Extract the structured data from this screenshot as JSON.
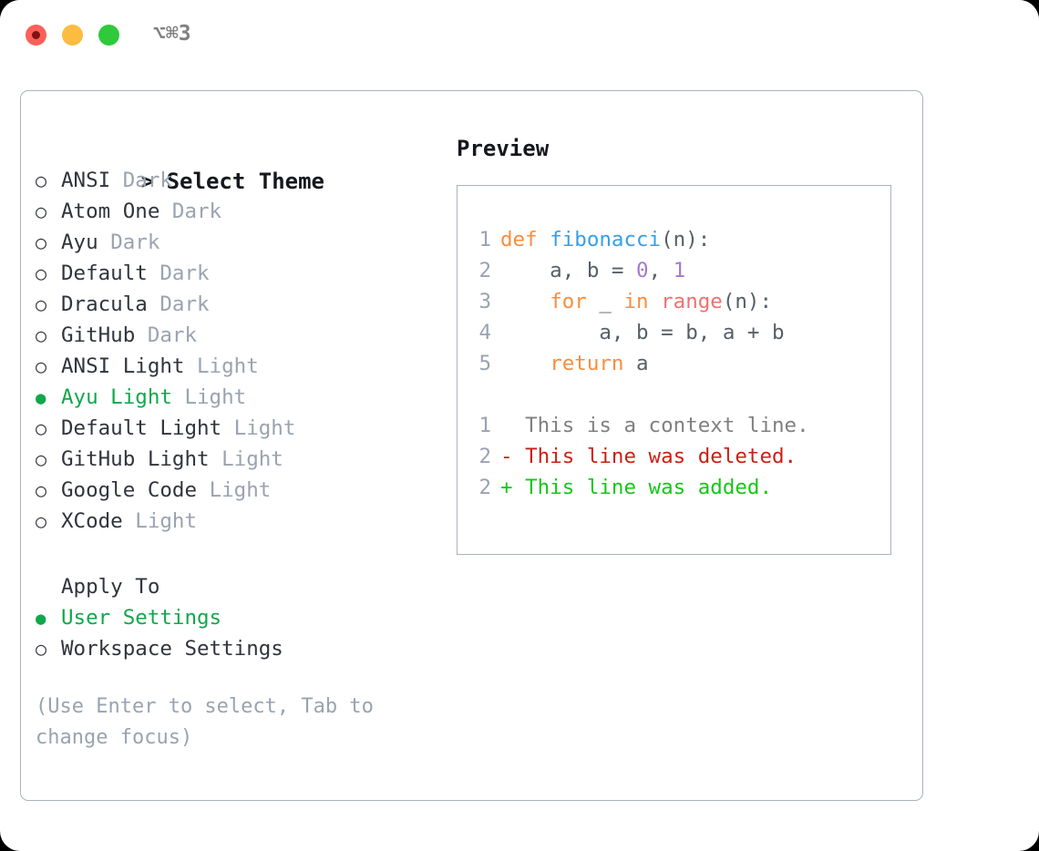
{
  "titlebar": {
    "shortcut": "⌥⌘3",
    "dots": [
      "close-red",
      "minimize-yellow",
      "zoom-green"
    ]
  },
  "theme_list": {
    "header": "Select Theme",
    "header_caret": ">",
    "marker_unselected": "○",
    "marker_selected": "●",
    "items": [
      {
        "label": "ANSI",
        "variant": "Dark",
        "selected": false
      },
      {
        "label": "Atom One",
        "variant": "Dark",
        "selected": false
      },
      {
        "label": "Ayu",
        "variant": "Dark",
        "selected": false
      },
      {
        "label": "Default",
        "variant": "Dark",
        "selected": false
      },
      {
        "label": "Dracula",
        "variant": "Dark",
        "selected": false
      },
      {
        "label": "GitHub",
        "variant": "Dark",
        "selected": false
      },
      {
        "label": "ANSI Light",
        "variant": "Light",
        "selected": false
      },
      {
        "label": "Ayu Light",
        "variant": "Light",
        "selected": true
      },
      {
        "label": "Default Light",
        "variant": "Light",
        "selected": false
      },
      {
        "label": "GitHub Light",
        "variant": "Light",
        "selected": false
      },
      {
        "label": "Google Code",
        "variant": "Light",
        "selected": false
      },
      {
        "label": "XCode",
        "variant": "Light",
        "selected": false
      }
    ]
  },
  "apply_to": {
    "header": "Apply To",
    "items": [
      {
        "label": "User Settings",
        "selected": true
      },
      {
        "label": "Workspace Settings",
        "selected": false
      }
    ]
  },
  "help": {
    "text": "(Use Enter to select, Tab to change focus)"
  },
  "preview": {
    "title": "Preview",
    "code_lines": [
      {
        "n": "1",
        "tokens": [
          {
            "t": "def ",
            "c": "kw"
          },
          {
            "t": "fibonacci",
            "c": "fn"
          },
          {
            "t": "(n):",
            "c": "pl"
          }
        ]
      },
      {
        "n": "2",
        "tokens": [
          {
            "t": "    a, b = ",
            "c": "pl"
          },
          {
            "t": "0",
            "c": "num"
          },
          {
            "t": ", ",
            "c": "pl"
          },
          {
            "t": "1",
            "c": "num"
          }
        ]
      },
      {
        "n": "3",
        "tokens": [
          {
            "t": "    ",
            "c": "pl"
          },
          {
            "t": "for",
            "c": "kw"
          },
          {
            "t": " _ ",
            "c": "pl"
          },
          {
            "t": "in",
            "c": "kw"
          },
          {
            "t": " ",
            "c": "pl"
          },
          {
            "t": "range",
            "c": "bi"
          },
          {
            "t": "(n):",
            "c": "pl"
          }
        ]
      },
      {
        "n": "4",
        "tokens": [
          {
            "t": "        a, b = b, a + b",
            "c": "pl"
          }
        ]
      },
      {
        "n": "5",
        "tokens": [
          {
            "t": "    ",
            "c": "pl"
          },
          {
            "t": "return",
            "c": "kw"
          },
          {
            "t": " a",
            "c": "pl"
          }
        ]
      }
    ],
    "diff_lines": [
      {
        "n": "1",
        "sign": " ",
        "text": " This is a context line.",
        "kind": "diff-ctx"
      },
      {
        "n": "2",
        "sign": "-",
        "text": " This line was deleted.",
        "kind": "diff-del"
      },
      {
        "n": "2",
        "sign": "+",
        "text": " This line was added.",
        "kind": "diff-add"
      }
    ]
  },
  "colors": {
    "accent_green": "#11a74b",
    "muted": "#9aa3b0",
    "border": "#aab2bf",
    "keyword": "#fa8d3e",
    "function": "#399ee6",
    "number": "#a37acc",
    "builtin": "#f07171",
    "plain": "#575f66",
    "diff_deleted": "#cc1f14",
    "diff_added": "#16c716"
  }
}
